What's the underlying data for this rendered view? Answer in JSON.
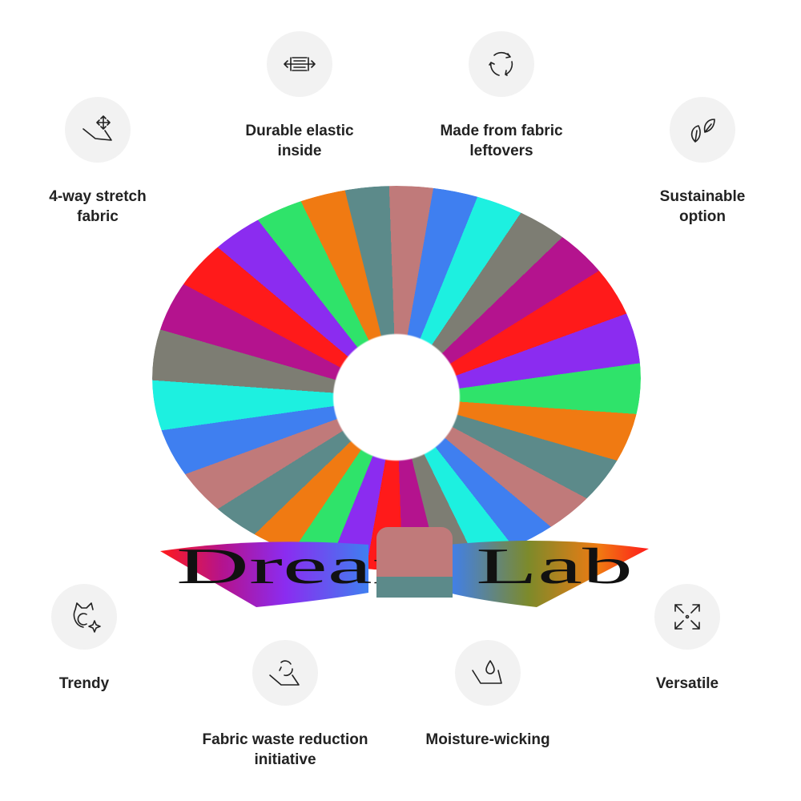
{
  "features": [
    {
      "icon": "four-way-stretch-icon",
      "label_line1": "4-way stretch",
      "label_line2": "fabric"
    },
    {
      "icon": "elastic-icon",
      "label_line1": "Durable elastic",
      "label_line2": "inside"
    },
    {
      "icon": "recycle-icon",
      "label_line1": "Made from fabric",
      "label_line2": "leftovers"
    },
    {
      "icon": "leaves-icon",
      "label_line1": "Sustainable",
      "label_line2": "option"
    },
    {
      "icon": "cat-sparkle-icon",
      "label_line1": "Trendy",
      "label_line2": ""
    },
    {
      "icon": "fabric-recycle-icon",
      "label_line1": "Fabric waste reduction",
      "label_line2": "initiative"
    },
    {
      "icon": "water-drop-fabric-icon",
      "label_line1": "Moisture-wicking",
      "label_line2": ""
    },
    {
      "icon": "arrows-out-icon",
      "label_line1": "Versatile",
      "label_line2": ""
    }
  ],
  "product": {
    "print_text": "Dream Lab",
    "colors": [
      "#3f7ff0",
      "#1df0e0",
      "#7d7d73",
      "#b4138e",
      "#ff1a1a",
      "#8b2cf0",
      "#2fe36a",
      "#f07a12",
      "#5c8a8a",
      "#c07a7a"
    ]
  }
}
